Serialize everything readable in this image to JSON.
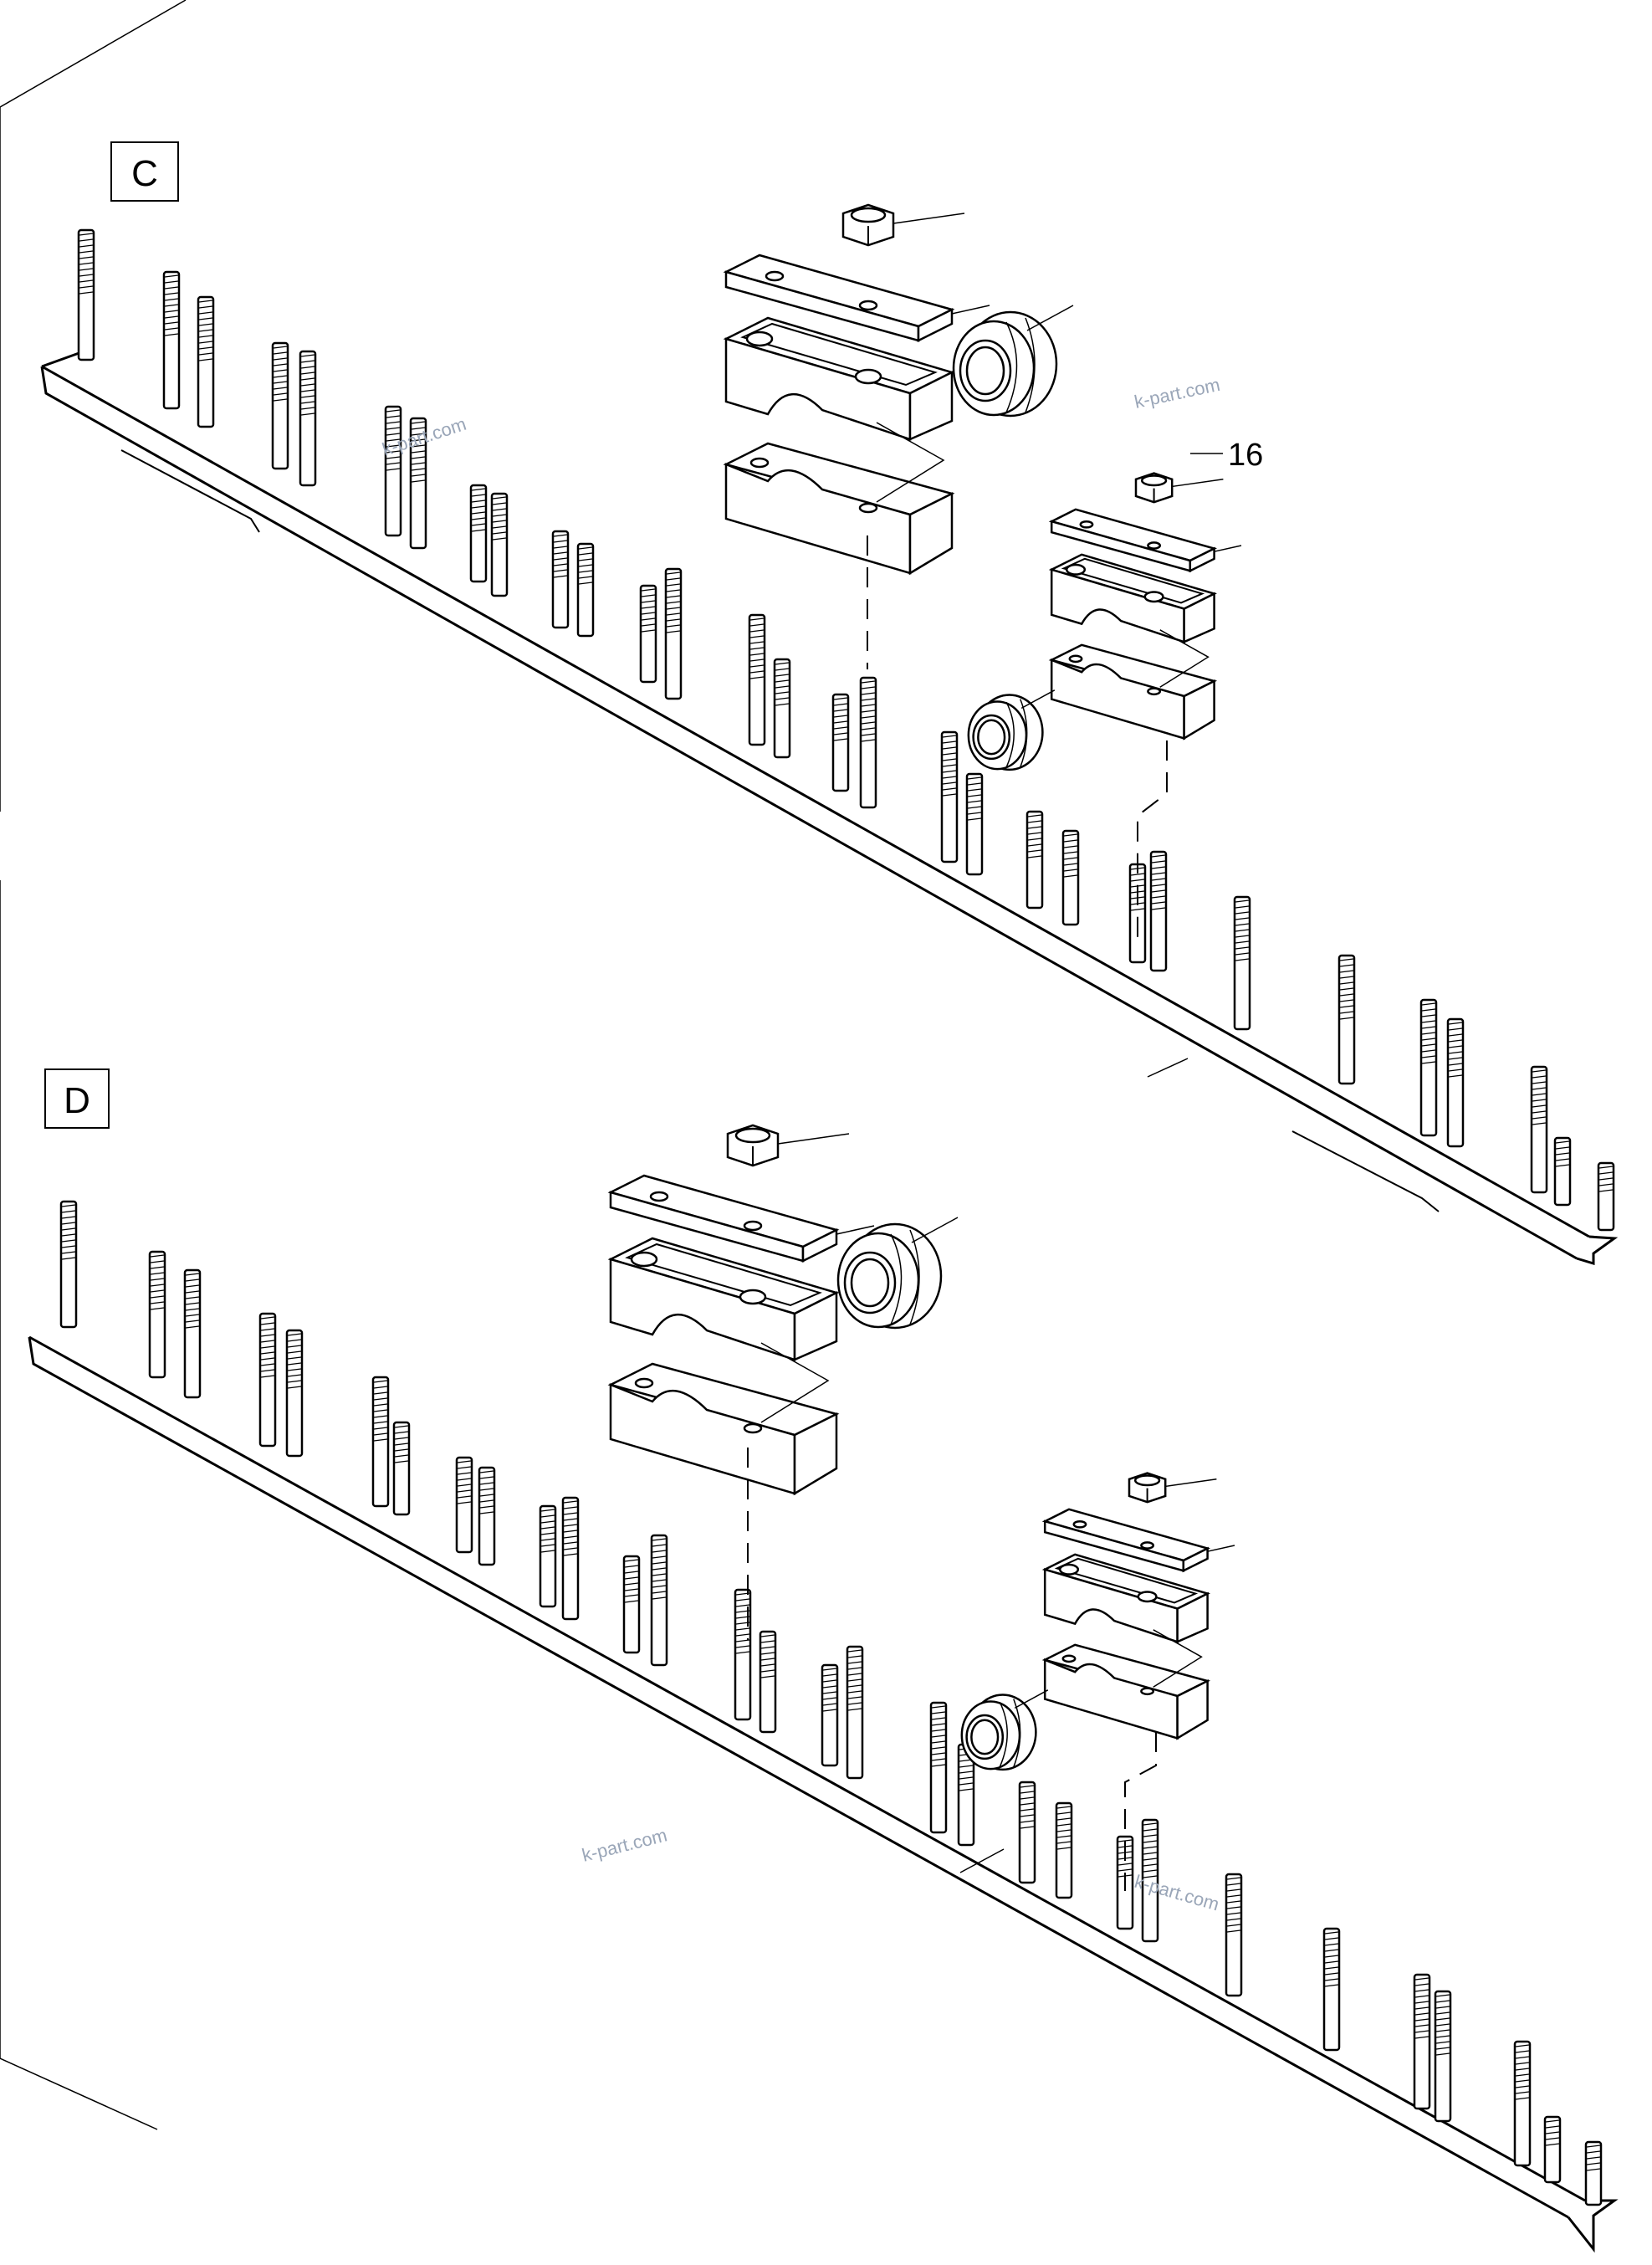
{
  "views": [
    {
      "id": "C",
      "label": "C"
    },
    {
      "id": "D",
      "label": "D"
    }
  ],
  "callouts": [
    {
      "label": "16"
    }
  ],
  "watermarks": [
    {
      "text": "k-part.com"
    },
    {
      "text": "k-part.com"
    },
    {
      "text": "k-part.com"
    },
    {
      "text": "k-part.com"
    }
  ],
  "colors": {
    "line": "#000000",
    "background": "#ffffff",
    "watermark": "#9aa6b8"
  }
}
